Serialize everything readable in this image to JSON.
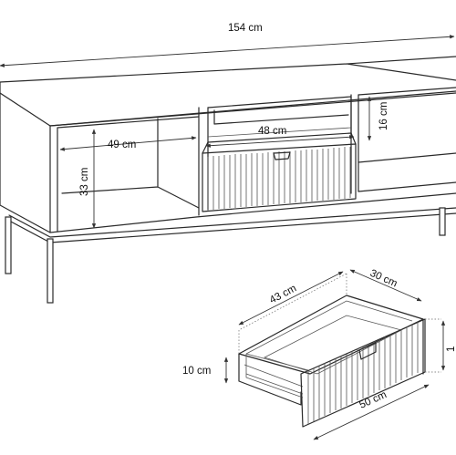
{
  "labels": {
    "length": "154 cm",
    "inner_width": "49 cm",
    "inner_height": "33 cm",
    "drawer_front_width": "48 cm",
    "top_shelf_height": "16 cm",
    "drawer_side": "43 cm",
    "drawer_back": "30 cm",
    "drawer_height": "10 cm",
    "drawer_front_base": "50 cm",
    "drawer_front_height": "1"
  }
}
